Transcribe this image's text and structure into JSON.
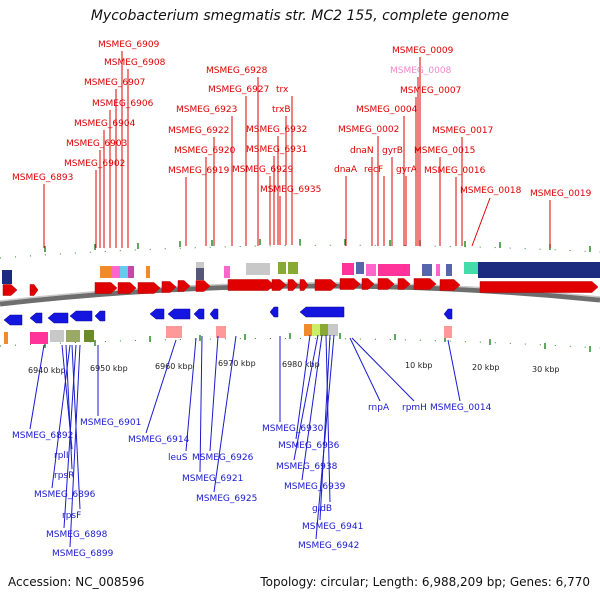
{
  "title": "Mycobacterium smegmatis str. MC2 155, complete genome",
  "footer": {
    "accession": "Accession: NC_008596",
    "summary": "Topology: circular; Length: 6,988,209 bp; Genes: 6,770"
  },
  "colors": {
    "forward_strand": "#dd0000",
    "reverse_strand": "#1a1ad0",
    "highlight_label": "#ee88cc",
    "backbone": "#808080",
    "tick": "#2a8a2a"
  },
  "scale_ticks": [
    "6940 kbp",
    "6950 kbp",
    "6960 kbp",
    "6970 kbp",
    "6980 kbp",
    "10 kbp",
    "20 kbp",
    "30 kbp"
  ],
  "forward_labels": [
    {
      "text": "MSMEG_6909"
    },
    {
      "text": "MSMEG_6908"
    },
    {
      "text": "MSMEG_6907"
    },
    {
      "text": "MSMEG_6906"
    },
    {
      "text": "MSMEG_6904"
    },
    {
      "text": "MSMEG_6903"
    },
    {
      "text": "MSMEG_6902"
    },
    {
      "text": "MSMEG_6893"
    },
    {
      "text": "MSMEG_6928"
    },
    {
      "text": "MSMEG_6927"
    },
    {
      "text": "MSMEG_6923"
    },
    {
      "text": "MSMEG_6922"
    },
    {
      "text": "MSMEG_6920"
    },
    {
      "text": "MSMEG_6919"
    },
    {
      "text": "trx"
    },
    {
      "text": "trxB"
    },
    {
      "text": "MSMEG_6932"
    },
    {
      "text": "MSMEG_6931"
    },
    {
      "text": "MSMEG_6929"
    },
    {
      "text": "MSMEG_6935"
    },
    {
      "text": "MSMEG_0009"
    },
    {
      "text": "MSMEG_0008",
      "faded": true
    },
    {
      "text": "MSMEG_0007"
    },
    {
      "text": "MSMEG_0004"
    },
    {
      "text": "MSMEG_0002"
    },
    {
      "text": "dnaN"
    },
    {
      "text": "gyrB"
    },
    {
      "text": "dnaA"
    },
    {
      "text": "recF"
    },
    {
      "text": "gyrA"
    },
    {
      "text": "MSMEG_0017"
    },
    {
      "text": "MSMEG_0015"
    },
    {
      "text": "MSMEG_0016"
    },
    {
      "text": "MSMEG_0018"
    },
    {
      "text": "MSMEG_0019"
    }
  ],
  "reverse_labels": [
    {
      "text": "MSMEG_6901"
    },
    {
      "text": "MSMEG_6892"
    },
    {
      "text": "rplI"
    },
    {
      "text": "rpsR"
    },
    {
      "text": "MSMEG_6896"
    },
    {
      "text": "rpsF"
    },
    {
      "text": "MSMEG_6898"
    },
    {
      "text": "MSMEG_6899"
    },
    {
      "text": "MSMEG_6914"
    },
    {
      "text": "leuS"
    },
    {
      "text": "MSMEG_6926"
    },
    {
      "text": "MSMEG_6921"
    },
    {
      "text": "MSMEG_6925"
    },
    {
      "text": "MSMEG_6930"
    },
    {
      "text": "MSMEG_6936"
    },
    {
      "text": "MSMEG_6938"
    },
    {
      "text": "MSMEG_6939"
    },
    {
      "text": "gidB"
    },
    {
      "text": "MSMEG_6941"
    },
    {
      "text": "MSMEG_6942"
    },
    {
      "text": "rnpA"
    },
    {
      "text": "rpmH"
    },
    {
      "text": "MSMEG_0014"
    }
  ]
}
